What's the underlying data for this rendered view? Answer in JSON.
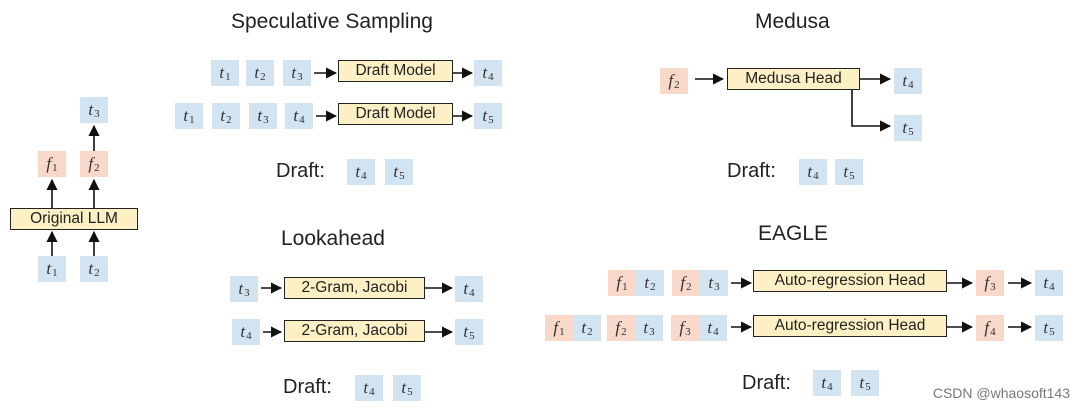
{
  "titles": {
    "speculative": "Speculative Sampling",
    "medusa": "Medusa",
    "lookahead": "Lookahead",
    "eagle": "EAGLE"
  },
  "boxes": {
    "original_llm": "Original LLM",
    "draft_model": "Draft Model",
    "medusa_head": "Medusa Head",
    "gram_jacobi": "2-Gram, Jacobi",
    "autoreg_head": "Auto-regression Head"
  },
  "draft_label": "Draft:",
  "tokens": {
    "t_letter": "t",
    "f_letter": "f",
    "i1": "1",
    "i2": "2",
    "i3": "3",
    "i4": "4",
    "i5": "5"
  },
  "watermark": "CSDN @whaosoft143",
  "colors": {
    "token_blue": "#d2e3f2",
    "feature_pink": "#f8d8c8",
    "box_yellow": "#fdf0c4"
  }
}
